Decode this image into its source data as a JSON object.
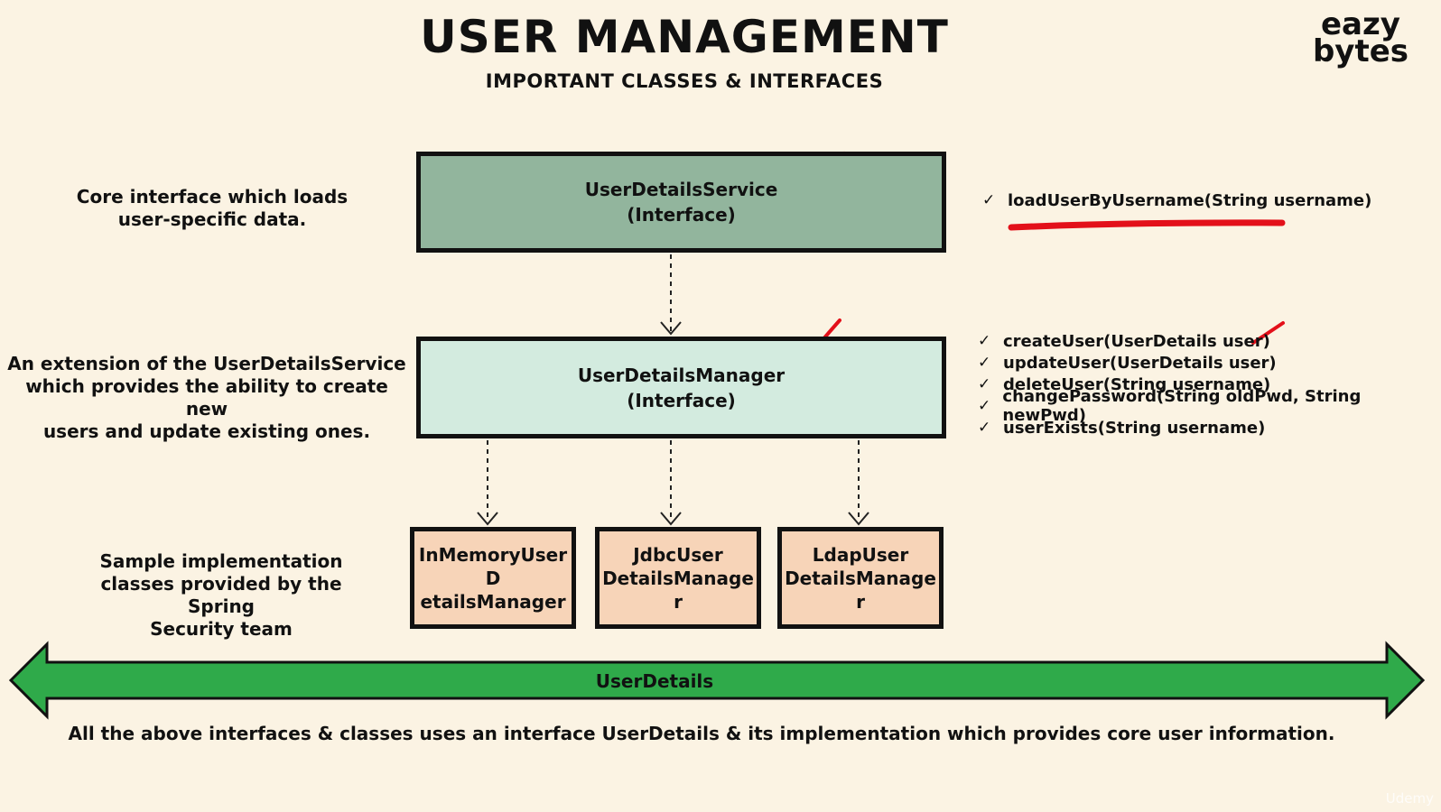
{
  "header": {
    "title": "USER MANAGEMENT",
    "subtitle": "IMPORTANT CLASSES & INTERFACES"
  },
  "logo": {
    "line1": "eazy",
    "line2": "bytes"
  },
  "watermark": "Udemy",
  "descriptions": {
    "service": {
      "line1": "Core interface which loads",
      "line2": "user-specific data."
    },
    "manager": {
      "line1": "An extension of the UserDetailsService",
      "line2": "which provides the ability to create new",
      "line3": "users and update existing ones."
    },
    "impl": {
      "line1": "Sample implementation",
      "line2": "classes provided by the Spring",
      "line3": "Security team"
    }
  },
  "boxes": {
    "service": {
      "name": "UserDetailsService",
      "kind": "(Interface)"
    },
    "manager": {
      "name": "UserDetailsManager",
      "kind": "(Interface)"
    },
    "impl1": {
      "line1": "InMemoryUserD",
      "line2": "etailsManager"
    },
    "impl2": {
      "line1": "JdbcUser",
      "line2": "DetailsManager"
    },
    "impl3": {
      "line1": "LdapUser",
      "line2": "DetailsManager"
    }
  },
  "check_glyph": "✓",
  "service_methods": [
    "loadUserByUsername(String username)"
  ],
  "manager_methods": [
    "createUser(UserDetails user)",
    "updateUser(UserDetails user)",
    "deleteUser(String username)",
    "changePassword(String oldPwd, String newPwd)",
    "userExists(String username)"
  ],
  "banner": {
    "label": "UserDetails"
  },
  "footer": "All the above interfaces & classes uses an interface UserDetails & its implementation which provides core user information.",
  "colors": {
    "background": "#fbf3e3",
    "service_box": "#92b59d",
    "manager_box": "#d3ebdf",
    "impl_box": "#f7d4b8",
    "banner": "#2faa4a",
    "annotation_red": "#e3101a"
  }
}
